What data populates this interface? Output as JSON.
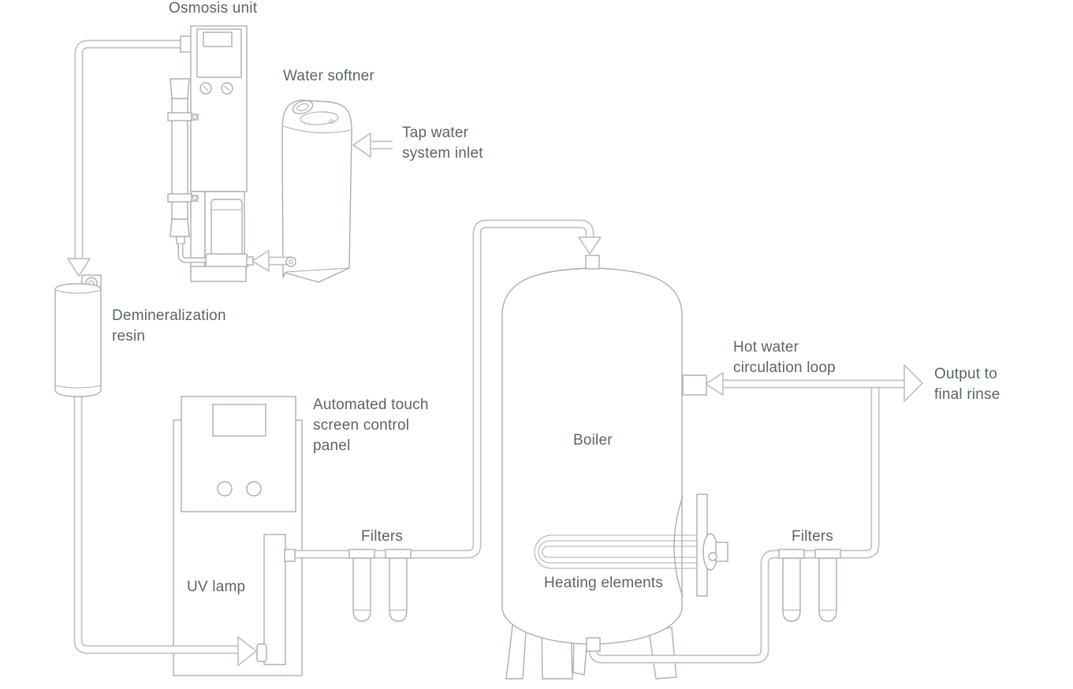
{
  "colors": {
    "background": "#ffffff",
    "device_line": "#a9afaf",
    "pipe_line": "#bfc3c3",
    "text": "#5c6466"
  },
  "labels": {
    "osmosis_unit": "Osmosis unit",
    "water_softner": "Water softner",
    "tap_water_inlet": [
      "Tap water",
      "system inlet"
    ],
    "demineralization_resin": [
      "Demineralization",
      "resin"
    ],
    "control_panel": [
      "Automated touch",
      "screen control",
      "panel"
    ],
    "uv_lamp": "UV lamp",
    "filters_left": "Filters",
    "boiler": "Boiler",
    "heating_elements": "Heating elements",
    "hot_water_circulation_loop": [
      "Hot water",
      "circulation loop"
    ],
    "output_to_final_rinse": [
      "Output to",
      "final rinse"
    ],
    "filters_right": "Filters"
  }
}
